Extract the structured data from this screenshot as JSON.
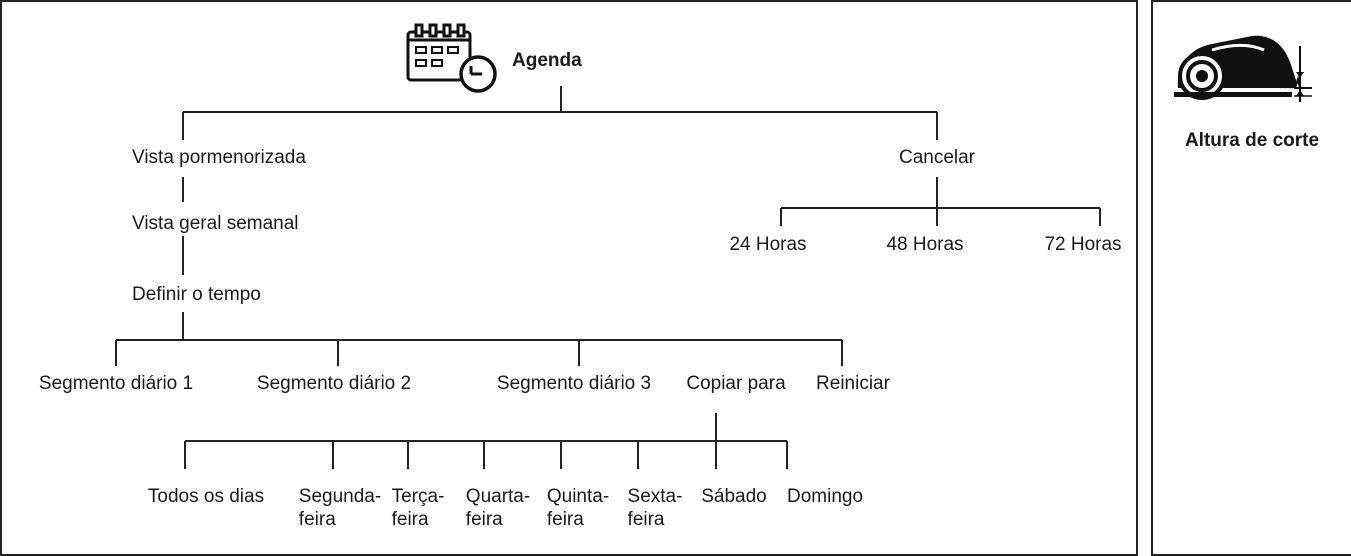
{
  "root": {
    "label": "Agenda",
    "icon": "calendar-clock-icon"
  },
  "left_branch": {
    "items": [
      "Vista pormenorizada",
      "Vista geral semanal",
      "Definir o tempo"
    ]
  },
  "cancel_branch": {
    "label": "Cancelar",
    "options": [
      "24 Horas",
      "48 Horas",
      "72 Horas"
    ]
  },
  "segments": [
    "Segmento diário 1",
    "Segmento diário 2",
    "Segmento diário 3",
    "Copiar para",
    "Reiniciar"
  ],
  "days": [
    {
      "line1": "Todos os dias",
      "line2": ""
    },
    {
      "line1": "Segunda-",
      "line2": "feira"
    },
    {
      "line1": "Terça-",
      "line2": "feira"
    },
    {
      "line1": "Quarta-",
      "line2": "feira"
    },
    {
      "line1": "Quinta-",
      "line2": "feira"
    },
    {
      "line1": "Sexta-",
      "line2": "feira"
    },
    {
      "line1": "Sábado",
      "line2": ""
    },
    {
      "line1": "Domingo",
      "line2": ""
    }
  ],
  "side": {
    "title": "Altura de corte",
    "icon": "robot-mower-icon"
  }
}
